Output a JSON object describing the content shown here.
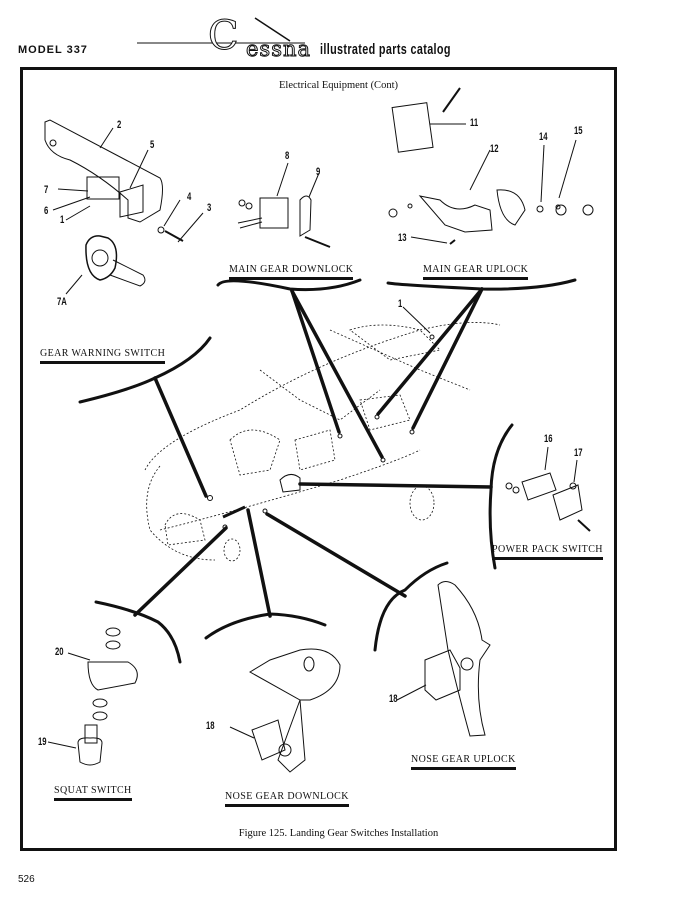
{
  "header": {
    "model": "MODEL 337",
    "brand_initial": "C",
    "brand_rest": "essna",
    "catalog_title": "illustrated parts catalog"
  },
  "section_title": "Electrical Equipment (Cont)",
  "assemblies": {
    "gear_warning_switch": {
      "label": "GEAR WARNING SWITCH",
      "callouts": [
        "1",
        "2",
        "3",
        "4",
        "5",
        "6",
        "7",
        "7A"
      ]
    },
    "main_gear_downlock": {
      "label": "MAIN GEAR DOWNLOCK",
      "callouts": [
        "8",
        "9"
      ]
    },
    "main_gear_uplock": {
      "label": "MAIN GEAR UPLOCK",
      "callouts": [
        "11",
        "12",
        "13",
        "14",
        "15"
      ]
    },
    "power_pack_switch": {
      "label": "POWER PACK SWITCH",
      "callouts": [
        "16",
        "17"
      ]
    },
    "squat_switch": {
      "label": "SQUAT SWITCH",
      "callouts": [
        "19",
        "20"
      ]
    },
    "nose_gear_downlock": {
      "label": "NOSE GEAR DOWNLOCK",
      "callouts": [
        "18"
      ]
    },
    "nose_gear_uplock": {
      "label": "NOSE GEAR UPLOCK",
      "callouts": [
        "18"
      ]
    }
  },
  "aircraft_callout": "1",
  "caption": "Figure 125.  Landing Gear Switches Installation",
  "page_number": "526"
}
